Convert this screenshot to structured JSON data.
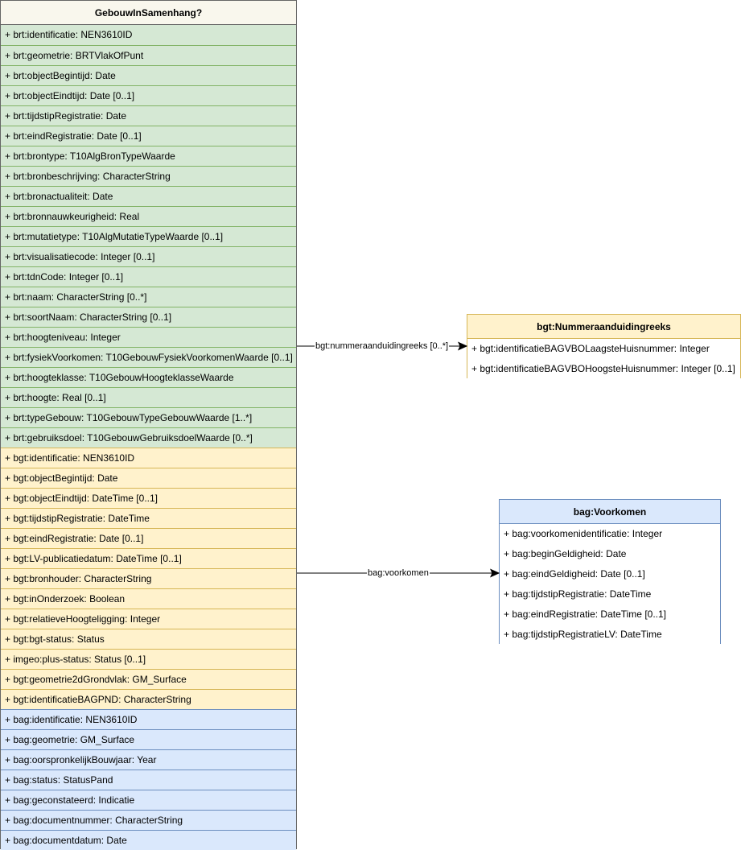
{
  "main_class": {
    "title": "GebouwInSamenhang?",
    "brt_attributes": [
      "+ brt:identificatie: NEN3610ID",
      "+ brt:geometrie: BRTVlakOfPunt",
      "+ brt:objectBegintijd: Date",
      "+ brt:objectEindtijd: Date [0..1]",
      "+ brt:tijdstipRegistratie: Date",
      "+ brt:eindRegistratie: Date [0..1]",
      "+ brt:brontype: T10AlgBronTypeWaarde",
      "+ brt:bronbeschrijving: CharacterString",
      "+ brt:bronactualiteit: Date",
      "+ brt:bronnauwkeurigheid: Real",
      "+ brt:mutatietype: T10AlgMutatieTypeWaarde [0..1]",
      "+ brt:visualisatiecode: Integer [0..1]",
      "+ brt:tdnCode: Integer [0..1]",
      "+ brt:naam: CharacterString [0..*]",
      "+ brt:soortNaam: CharacterString [0..1]",
      "+ brt:hoogteniveau: Integer",
      "+ brt:fysiekVoorkomen: T10GebouwFysiekVoorkomenWaarde [0..1]",
      "+ brt:hoogteklasse: T10GebouwHoogteklasseWaarde",
      "+ brt:hoogte: Real [0..1]",
      "+ brt:typeGebouw: T10GebouwTypeGebouwWaarde [1..*]",
      "+ brt:gebruiksdoel: T10GebouwGebruiksdoelWaarde [0..*]"
    ],
    "bgt_attributes": [
      "+ bgt:identificatie: NEN3610ID",
      "+ bgt:objectBegintijd: Date",
      "+ bgt:objectEindtijd: DateTime [0..1]",
      "+ bgt:tijdstipRegistratie: DateTime",
      "+ bgt:eindRegistratie: Date [0..1]",
      "+ bgt:LV-publicatiedatum: DateTime [0..1]",
      "+ bgt:bronhouder: CharacterString",
      "+ bgt:inOnderzoek: Boolean",
      "+ bgt:relatieveHoogteligging: Integer",
      "+ bgt:bgt-status: Status",
      "+ imgeo:plus-status: Status [0..1]",
      "+ bgt:geometrie2dGrondvlak: GM_Surface",
      "+ bgt:identificatieBAGPND: CharacterString"
    ],
    "bag_attributes": [
      "+ bag:identificatie: NEN3610ID",
      "+ bag:geometrie: GM_Surface",
      "+ bag:oorspronkelijkBouwjaar: Year",
      "+ bag:status: StatusPand",
      "+ bag:geconstateerd: Indicatie",
      "+ bag:documentnummer: CharacterString",
      "+ bag:documentdatum: Date"
    ]
  },
  "nummeraanduidingreeks": {
    "title": "bgt:Nummeraanduidingreeks",
    "attributes": [
      "+ bgt:identificatieBAGVBOLaagsteHuisnummer: Integer",
      "+ bgt:identificatieBAGVBOHoogsteHuisnummer: Integer [0..1]"
    ]
  },
  "voorkomen": {
    "title": "bag:Voorkomen",
    "attributes": [
      "+ bag:voorkomenidentificatie: Integer",
      "+ bag:beginGeldigheid: Date",
      "+ bag:eindGeldigheid: Date [0..1]",
      "+ bag:tijdstipRegistratie: DateTime",
      "+ bag:eindRegistratie: DateTime [0..1]",
      "+ bag:tijdstipRegistratieLV: DateTime"
    ]
  },
  "associations": {
    "nummeraanduidingreeks_label": "bgt:nummeraanduidingreeks [0..*]",
    "voorkomen_label": "bag:voorkomen"
  },
  "colors": {
    "brt_fill": "#d5e8d4",
    "bgt_fill": "#fff2cc",
    "bag_fill": "#dae8fc"
  }
}
